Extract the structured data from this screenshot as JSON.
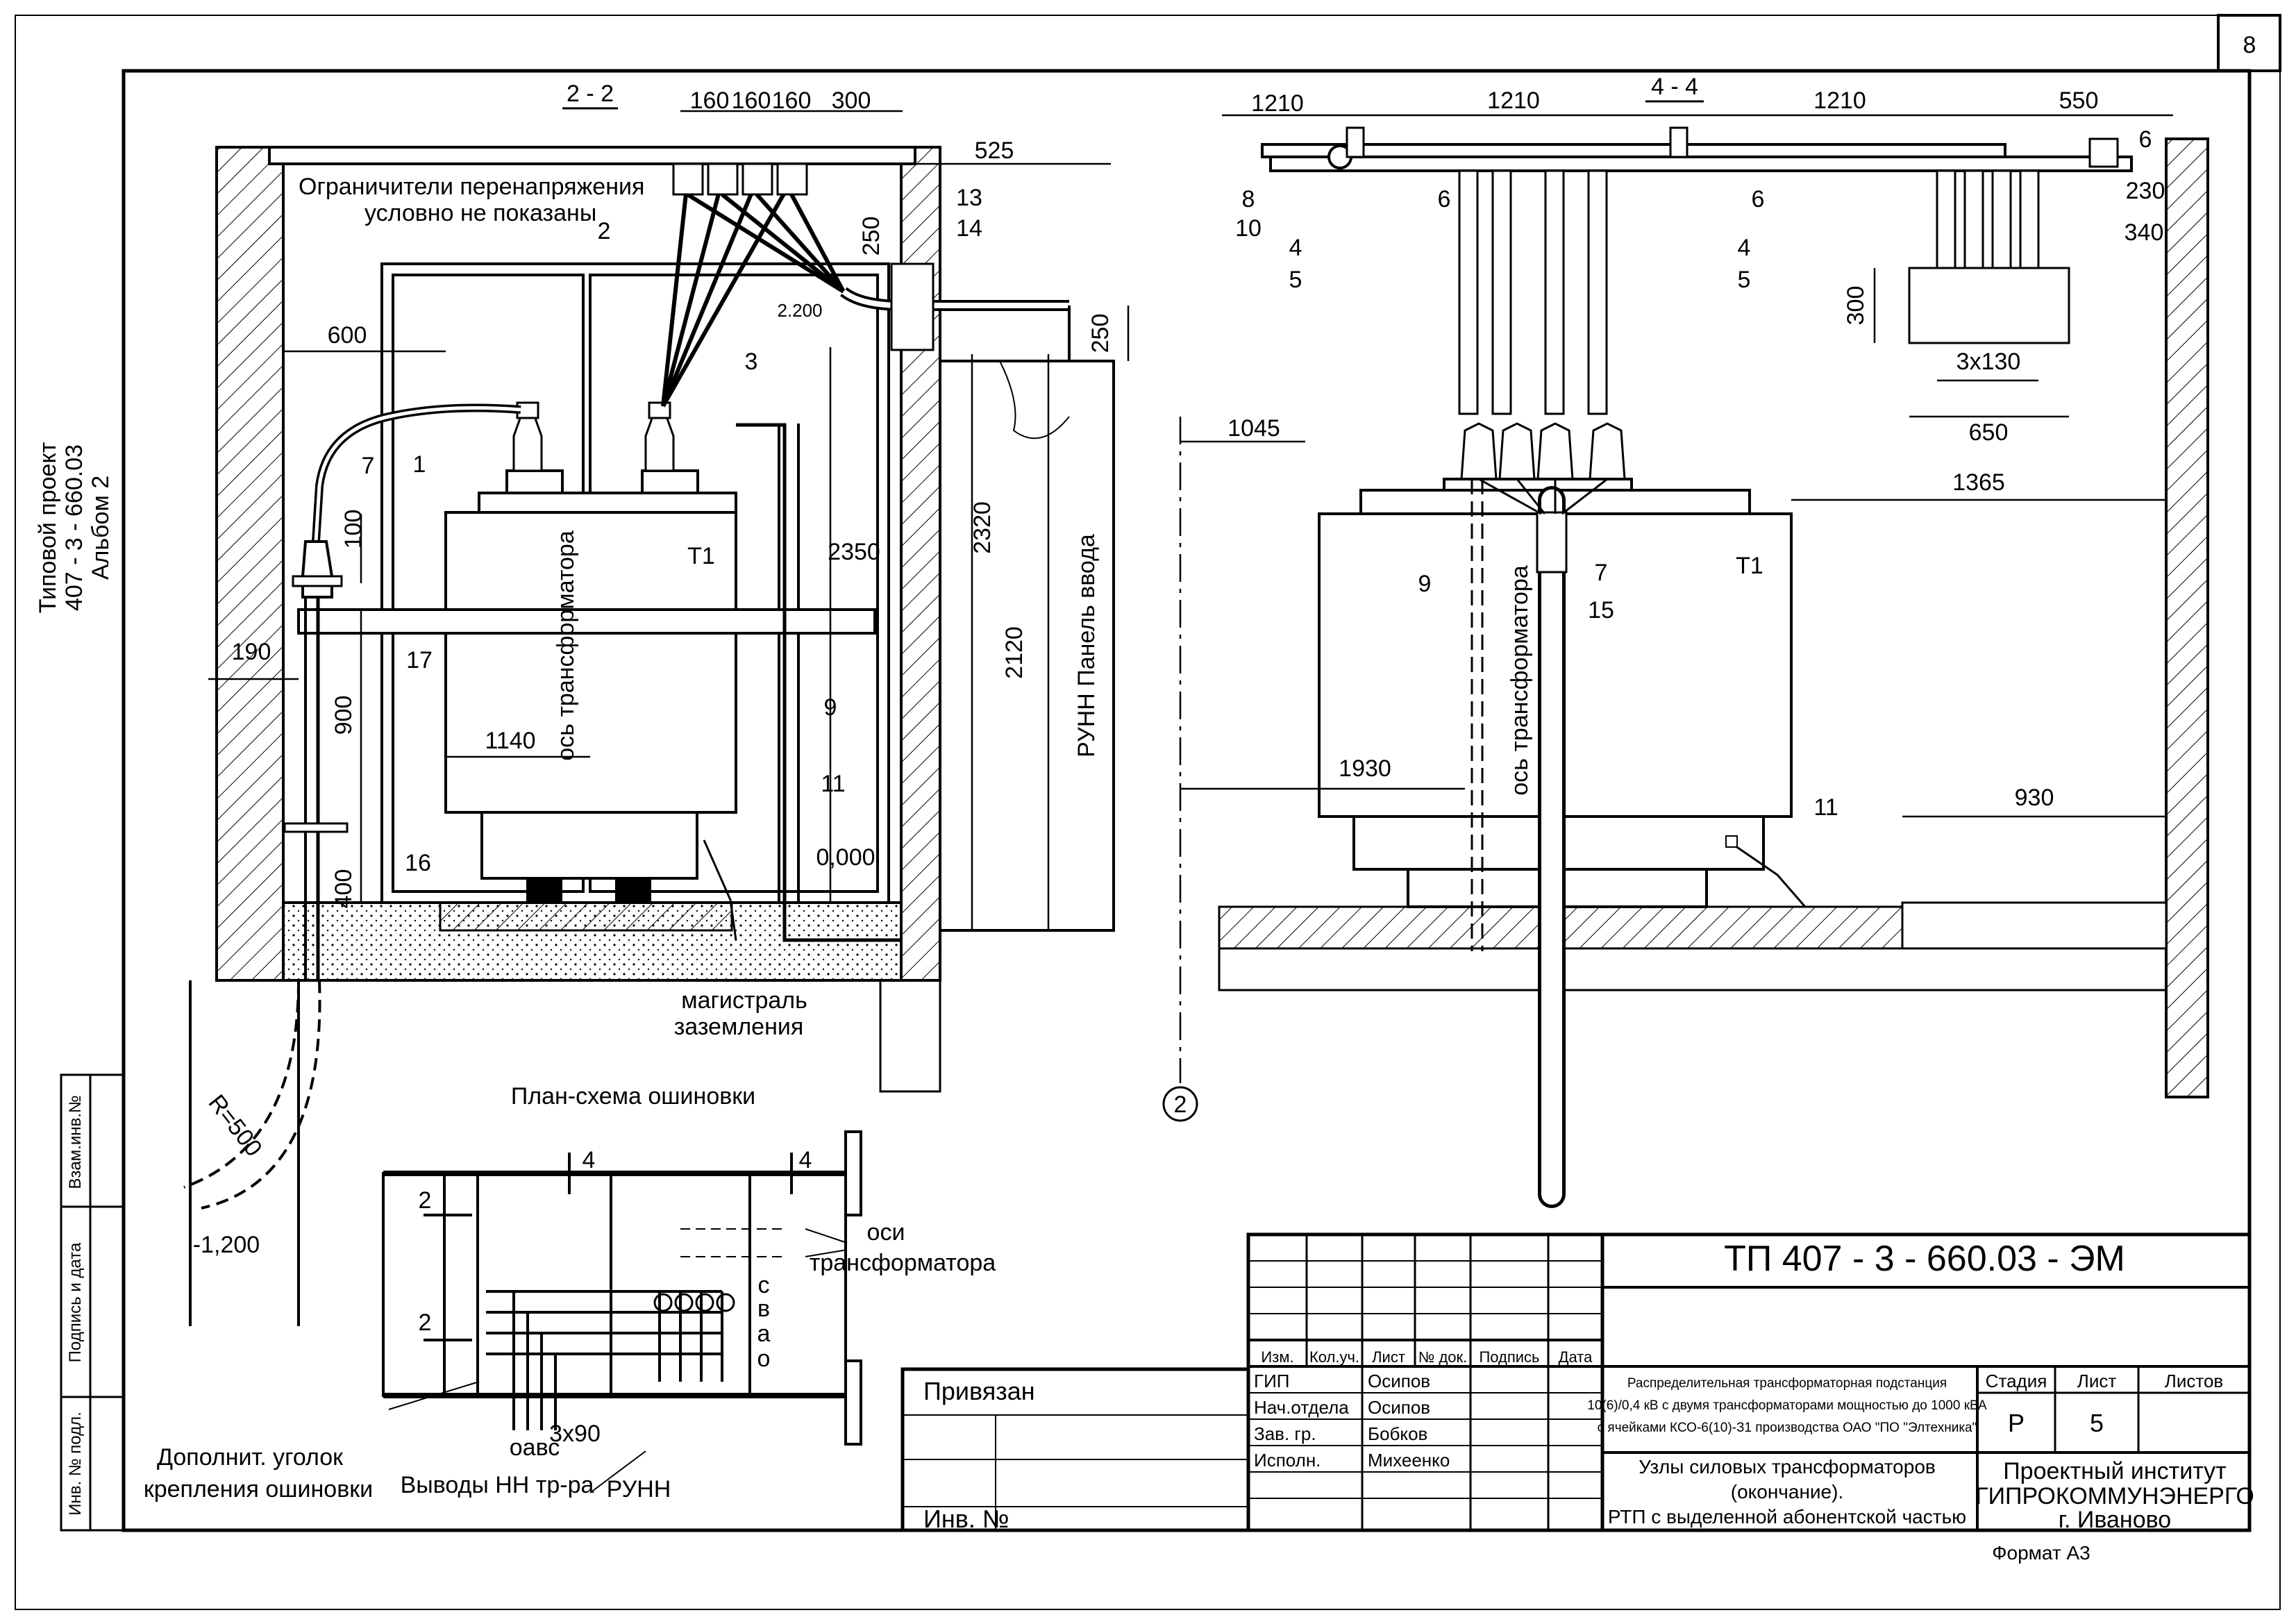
{
  "sheet": {
    "number": "8",
    "format": "Формат А3"
  },
  "side_stamp": {
    "line1": "Типовой проект",
    "line2": "407 - 3 - 660.03",
    "line3": "Альбом   2"
  },
  "left_boxes": {
    "vzam": "Взам.инв.№",
    "podpis": "Подпись и дата",
    "inv": "Инв. №  подл."
  },
  "section_22": {
    "title": "2 - 2",
    "surge_note_1": "Ограничители перенапряжения",
    "surge_note_2": "условно не показаны",
    "dims": {
      "d160a": "160",
      "d160b": "160",
      "d160c": "160",
      "d300": "300",
      "d525": "525",
      "d250a": "250",
      "d250b": "250",
      "d600": "600",
      "d100": "100",
      "d190": "190",
      "d900": "900",
      "d400": "400",
      "d1140": "1140",
      "d2350": "2350",
      "d2320": "2320",
      "d2120": "2120",
      "d2200": "2.200",
      "d0000": "0,000",
      "d1200": "-1,200",
      "radius": "R=500"
    },
    "marks": {
      "m1": "1",
      "m2": "2",
      "m3": "3",
      "m7": "7",
      "m9": "9",
      "m11": "11",
      "m13": "13",
      "m14": "14",
      "m16": "16",
      "m17": "17"
    },
    "axis_label": "ось трансформатора",
    "t1": "Т1",
    "panel": "РУНН  Панель ввода",
    "ground_1": "магистраль",
    "ground_2": "заземления"
  },
  "plan": {
    "title": "План-схема ошиновки",
    "m2a": "2",
    "m2b": "2",
    "m4a": "4",
    "m4b": "4",
    "axes_1": "оси",
    "axes_2": "трансформатора",
    "phases": [
      "с",
      "в",
      "а",
      "о"
    ],
    "oabc": "оавс",
    "d3x90": "3х90",
    "outputs": "Выводы НН тр-ра",
    "runn": "РУНН",
    "angle_1": "Дополнит. уголок",
    "angle_2": "крепления ошиновки"
  },
  "section_44": {
    "title": "4 - 4",
    "dims": {
      "d1210a": "1210",
      "d1210b": "1210",
      "d1210c": "1210",
      "d550": "550",
      "d230": "230",
      "d340": "340",
      "d300": "300",
      "d3x130": "3х130",
      "d650": "650",
      "d1045": "1045",
      "d1365": "1365",
      "d1930": "1930",
      "d930": "930"
    },
    "marks": {
      "m6a": "6",
      "m6b": "6",
      "m6c": "6",
      "m8": "8",
      "m10": "10",
      "m4a": "4",
      "m5a": "5",
      "m4b": "4",
      "m5b": "5",
      "m9": "9",
      "m7": "7",
      "m15": "15",
      "m11": "11",
      "circle2": "2"
    },
    "axis_label": "ось трансформатора",
    "t1": "Т1"
  },
  "title_block": {
    "code": "ТП  407 - 3 - 660.03 - ЭМ",
    "privyazan": "Привязан",
    "inv": "Инв. №",
    "head": [
      "Изм.",
      "Кол.уч.",
      "Лист",
      "№ док.",
      "Подпись",
      "Дата"
    ],
    "roles": [
      {
        "role": "ГИП",
        "name": "Осипов"
      },
      {
        "role": "Нач.отдела",
        "name": "Осипов"
      },
      {
        "role": "Зав. гр.",
        "name": "Бобков"
      },
      {
        "role": "Исполн.",
        "name": "Михеенко"
      }
    ],
    "desc_1": "Распределительная трансформаторная подстанция",
    "desc_2": "10(6)/0,4 кВ с двумя трансформаторами мощностью  до 1000 кВА",
    "desc_3": "с ячейками КСО-6(10)-З1 производства ОАО \"ПО \"Элтехника\"",
    "sub_1": "Узлы силовых трансформаторов",
    "sub_2": "(окончание).",
    "sub_3": "РТП с выделенной абонентской частью",
    "stage_h": "Стадия",
    "sheet_h": "Лист",
    "sheets_h": "Листов",
    "stage": "Р",
    "sheet": "5",
    "org_1": "Проектный институт",
    "org_2": "ГИПРОКОММУНЭНЕРГО",
    "org_3": "г. Иваново"
  }
}
